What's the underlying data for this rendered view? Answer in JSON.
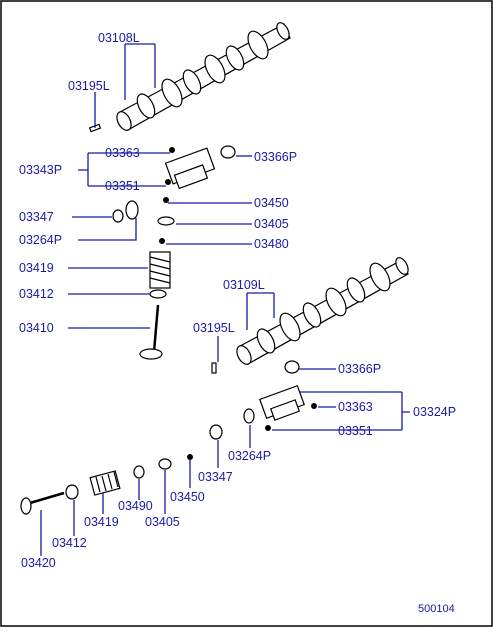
{
  "diagram": {
    "figure_code": "500104",
    "callouts": {
      "c03108L": "03108L",
      "c03195L_a": "03195L",
      "c03343P": "03343P",
      "c03363_a": "03363",
      "c03351_a": "03351",
      "c03366P_a": "03366P",
      "c03450_a": "03450",
      "c03347_a": "03347",
      "c03405_a": "03405",
      "c03264P_a": "03264P",
      "c03480": "03480",
      "c03419_a": "03419",
      "c03412_a": "03412",
      "c03410": "03410",
      "c03109L": "03109L",
      "c03195L_b": "03195L",
      "c03366P_b": "03366P",
      "c03363_b": "03363",
      "c03324P": "03324P",
      "c03351_b": "03351",
      "c03264P_b": "03264P",
      "c03347_b": "03347",
      "c03450_b": "03450",
      "c03490": "03490",
      "c03405_b": "03405",
      "c03419_b": "03419",
      "c03412_b": "03412",
      "c03420": "03420"
    }
  }
}
